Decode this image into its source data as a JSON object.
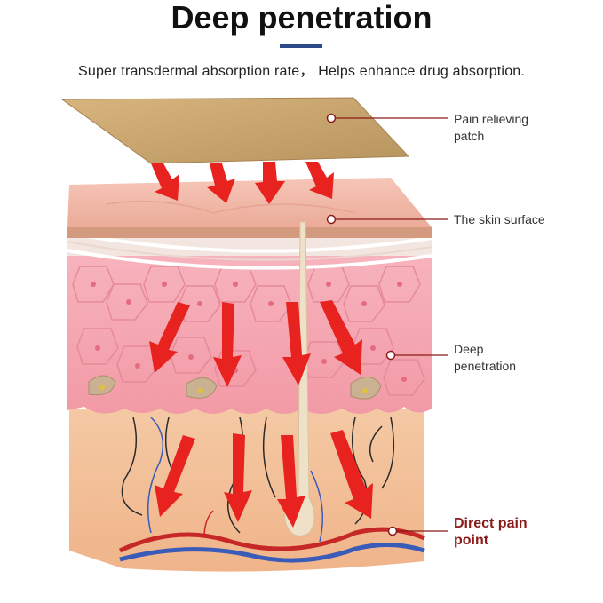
{
  "header": {
    "title": "Deep penetration",
    "subtitle": "Super transdermal absorption rate， Helps enhance drug absorption."
  },
  "labels": {
    "patch": "Pain relieving\npatch",
    "skin_surface": "The skin surface",
    "deep_penetration": "Deep\npenetration",
    "pain_point": "Direct pain\npoint"
  },
  "colors": {
    "accent_underline": "#2b4a8a",
    "arrow": "#e8231f",
    "label_pointer": "#8b1a1a",
    "pain_point_text": "#8b1a1a"
  }
}
